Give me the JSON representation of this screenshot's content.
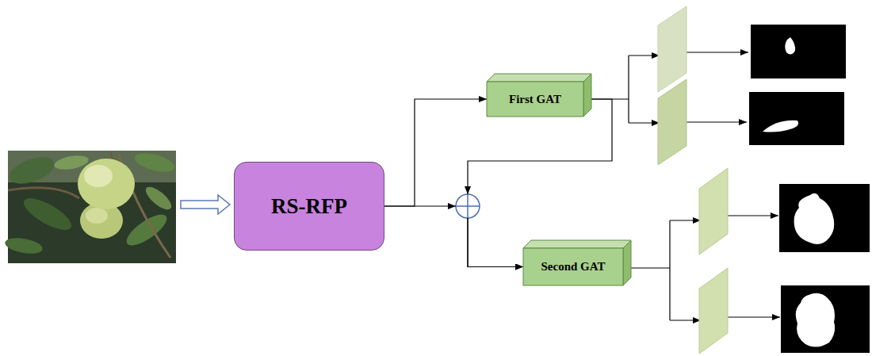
{
  "diagram": {
    "nodes": [
      {
        "text": [
          "RS-RFP"
        ]
      },
      {
        "text": [
          "First GAT"
        ]
      },
      {
        "text": [
          "Second GAT"
        ]
      }
    ],
    "edges": [
      {
        "from": 0,
        "to": 1,
        "arrow": "to"
      },
      {
        "from": 0,
        "to": 2,
        "arrow": "to"
      },
      {
        "from": 1,
        "to": 2,
        "arrow": "to"
      }
    ]
  }
}
